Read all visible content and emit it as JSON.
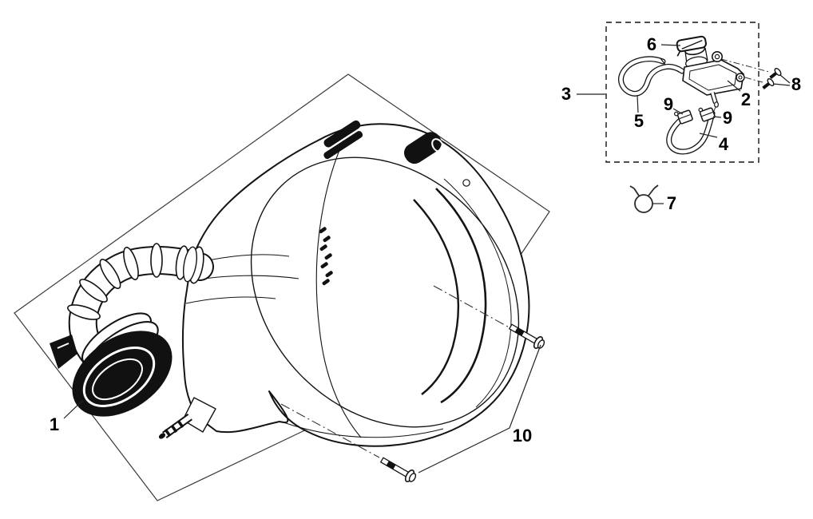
{
  "figure": {
    "kind": "exploded-parts-diagram",
    "background_color": "#ffffff",
    "line_color": "#141414",
    "label_color": "#000000"
  },
  "labels": {
    "l1": {
      "text": "1"
    },
    "l2": {
      "text": "2"
    },
    "l3": {
      "text": "3"
    },
    "l4": {
      "text": "4"
    },
    "l5": {
      "text": "5"
    },
    "l6": {
      "text": "6"
    },
    "l7": {
      "text": "7"
    },
    "l8": {
      "text": "8"
    },
    "l9a": {
      "text": "9"
    },
    "l9b": {
      "text": "9"
    },
    "l10": {
      "text": "10"
    }
  }
}
